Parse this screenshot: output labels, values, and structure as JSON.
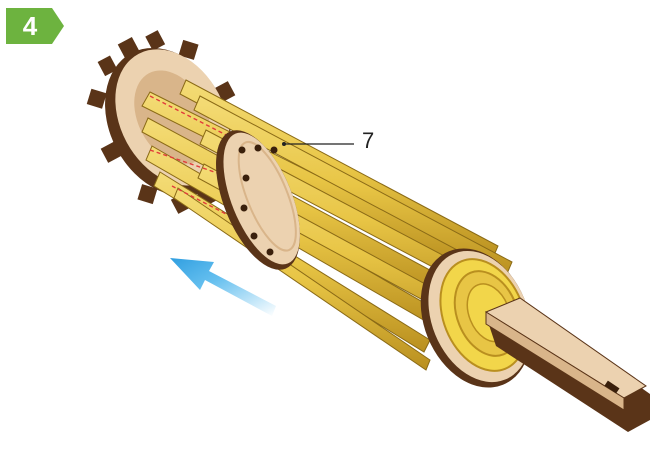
{
  "step": {
    "number": "4",
    "badge_color": "#6db33f"
  },
  "callouts": [
    {
      "label": "7"
    }
  ],
  "arrow": {
    "direction": "upper-left",
    "color": "#4ab4ec"
  },
  "colors": {
    "dowel": "#e8c545",
    "dowel_dark": "#c9a22a",
    "wood_light": "#ecd2b0",
    "wood_edge": "#5a3418",
    "red_dashed": "#e23b3b",
    "yellow_part": "#f2d64a"
  }
}
